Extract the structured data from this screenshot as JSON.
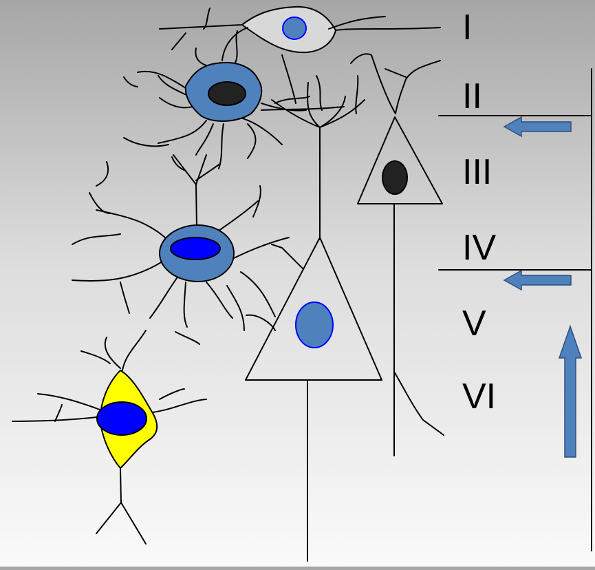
{
  "layers": [
    "I",
    "II",
    "III",
    "IV",
    "V",
    "VI"
  ],
  "colors": {
    "cell_blue": "#4f81bd",
    "nucleus_dark": "#222222",
    "nucleus_blue": "#0000ff",
    "stellate_yellow": "#ffff00",
    "arrow_blue": "#4f81bd"
  }
}
